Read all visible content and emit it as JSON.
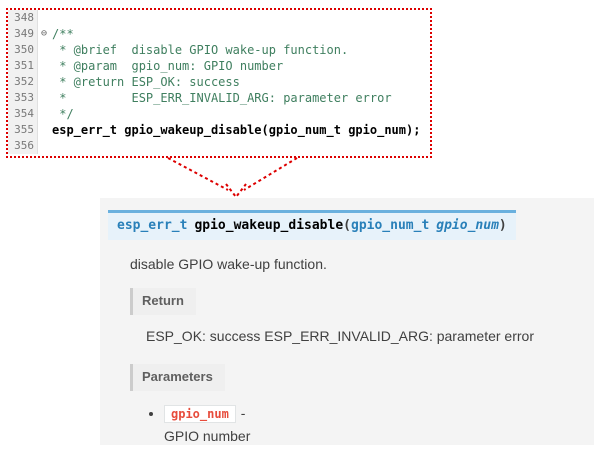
{
  "editor": {
    "lines": [
      {
        "num": "348",
        "fold": "",
        "text": "",
        "cls": "plain"
      },
      {
        "num": "349",
        "fold": "⊖",
        "text": "/**",
        "cls": "comment"
      },
      {
        "num": "350",
        "fold": "",
        "text": " * @brief  disable GPIO wake-up function.",
        "cls": "comment"
      },
      {
        "num": "351",
        "fold": "",
        "text": " * @param  gpio_num: GPIO number",
        "cls": "comment"
      },
      {
        "num": "352",
        "fold": "",
        "text": " * @return ESP_OK: success",
        "cls": "comment"
      },
      {
        "num": "353",
        "fold": "",
        "text": " *         ESP_ERR_INVALID_ARG: parameter error",
        "cls": "comment"
      },
      {
        "num": "354",
        "fold": "",
        "text": " */",
        "cls": "comment"
      },
      {
        "num": "355",
        "fold": "",
        "text": "esp_err_t gpio_wakeup_disable(gpio_num_t gpio_num);",
        "cls": "code"
      },
      {
        "num": "356",
        "fold": "",
        "text": "",
        "cls": "plain"
      }
    ]
  },
  "doc": {
    "signature": {
      "return_type": "esp_err_t",
      "name": "gpio_wakeup_disable",
      "open_paren": "(",
      "param_type": "gpio_num_t",
      "param_name": "gpio_num",
      "close_paren": ")"
    },
    "brief": "disable GPIO wake-up function.",
    "return": {
      "label": "Return",
      "text": "ESP_OK: success ESP_ERR_INVALID_ARG: parameter error"
    },
    "parameters": {
      "label": "Parameters",
      "items": [
        {
          "code": "gpio_num",
          "separator": "-",
          "description": "GPIO number"
        }
      ]
    }
  },
  "colors": {
    "annotation_red": "#dd0000",
    "comment_green": "#3f7f5f",
    "gutter_grey": "#f1f1f1",
    "signature_bg": "#e7f2fa",
    "signature_border_blue": "#6ab0de",
    "link_blue": "#2980b9",
    "rubric_bg": "#efefef",
    "rubric_border": "#cccccc",
    "literal_red": "#e74c3c",
    "panel_bg": "#f4f4f4"
  }
}
